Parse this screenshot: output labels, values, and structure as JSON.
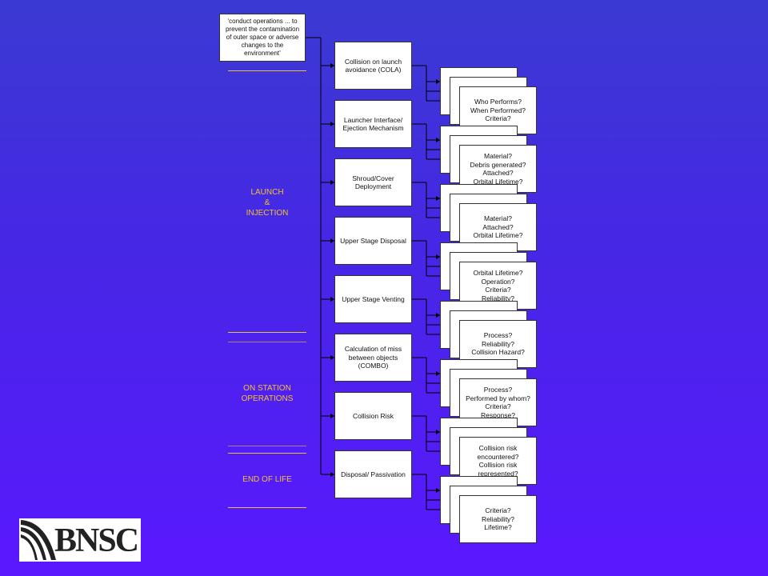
{
  "top_box": {
    "text": "‘conduct operations ... to prevent the contamination of outer space or adverse changes to the environment’"
  },
  "phases": [
    {
      "label": "LAUNCH\n&\nINJECTION"
    },
    {
      "label": "ON STATION\nOPERATIONS"
    },
    {
      "label": "END OF LIFE"
    }
  ],
  "activities": [
    {
      "label": "Collision on launch avoidance (COLA)",
      "questions": "Who Performs?\nWhen Performed?\nCriteria?"
    },
    {
      "label": "Launcher Interface/ Ejection Mechanism",
      "questions": "Material?\nDebris generated?\nAttached?\nOrbital Lifetime?"
    },
    {
      "label": "Shroud/Cover Deployment",
      "questions": "Material?\nAttached?\nOrbital Lifetime?"
    },
    {
      "label": "Upper Stage Disposal",
      "questions": "Orbital Lifetime?\nOperation?\nCriteria?\nReliability?"
    },
    {
      "label": "Upper Stage Venting",
      "questions": "Process?\nReliability?\nCollision Hazard?"
    },
    {
      "label": "Calculation of miss between objects (COMBO)",
      "questions": "Process?\nPerformed by whom?\nCriteria?\nResponse?"
    },
    {
      "label": "Collision Risk",
      "questions": "Collision risk encountered?\nCollision risk represented?"
    },
    {
      "label": "Disposal/ Passivation",
      "questions": "Criteria?\nReliability?\nLifetime?"
    }
  ],
  "logo": {
    "text": "BNSC"
  },
  "colors": {
    "accent": "#f2c230",
    "line": "#000000"
  }
}
